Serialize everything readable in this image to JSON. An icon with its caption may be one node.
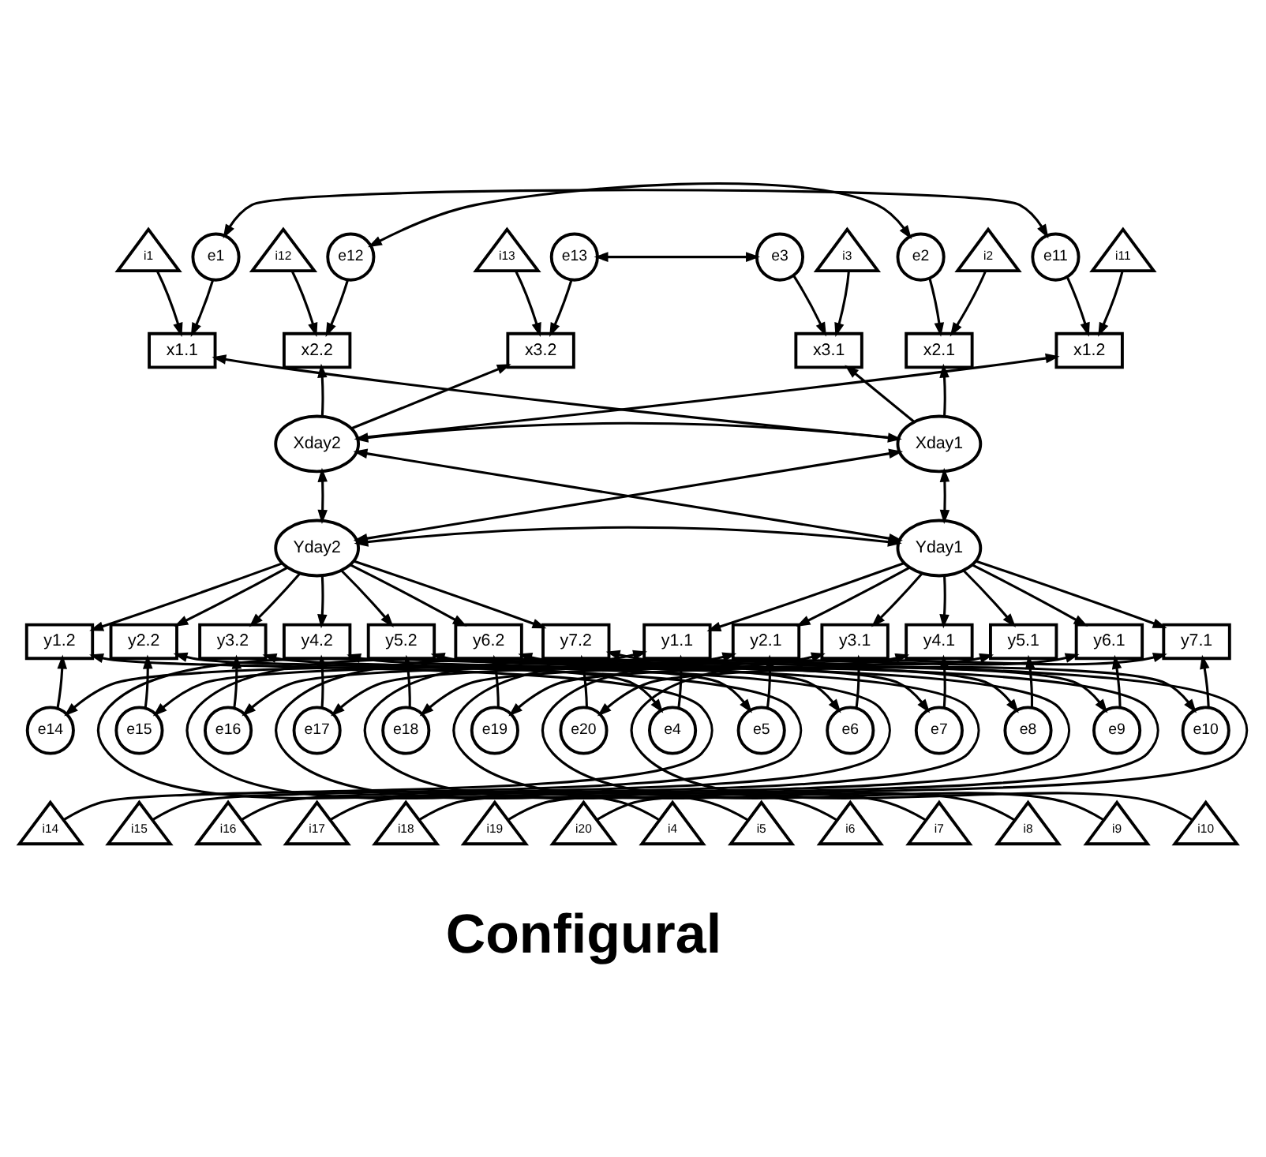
{
  "diagram": {
    "nodes": [
      {
        "text": [
          "i1"
        ]
      },
      {
        "text": [
          "e1"
        ]
      },
      {
        "text": [
          "i2"
        ]
      },
      {
        "text": [
          "e2"
        ]
      },
      {
        "text": [
          "i3"
        ]
      },
      {
        "text": [
          "e3"
        ]
      },
      {
        "text": [
          "i11"
        ]
      },
      {
        "text": [
          "e11"
        ]
      },
      {
        "text": [
          "i12"
        ]
      },
      {
        "text": [
          "e12"
        ]
      },
      {
        "text": [
          "i13"
        ]
      },
      {
        "text": [
          "e13"
        ]
      },
      {
        "text": [
          "x1.1"
        ]
      },
      {
        "text": [
          "x2.1"
        ]
      },
      {
        "text": [
          "x3.1"
        ]
      },
      {
        "text": [
          "x1.2"
        ]
      },
      {
        "text": [
          "x2.2"
        ]
      },
      {
        "text": [
          "x3.2"
        ]
      },
      {
        "text": [
          "Xday1"
        ]
      },
      {
        "text": [
          "Xday2"
        ]
      },
      {
        "text": [
          "Yday1"
        ]
      },
      {
        "text": [
          "Yday2"
        ]
      },
      {
        "text": [
          "y1.1"
        ]
      },
      {
        "text": [
          "y2.1"
        ]
      },
      {
        "text": [
          "y3.1"
        ]
      },
      {
        "text": [
          "y4.1"
        ]
      },
      {
        "text": [
          "y5.1"
        ]
      },
      {
        "text": [
          "y6.1"
        ]
      },
      {
        "text": [
          "y7.1"
        ]
      },
      {
        "text": [
          "y1.2"
        ]
      },
      {
        "text": [
          "y2.2"
        ]
      },
      {
        "text": [
          "y3.2"
        ]
      },
      {
        "text": [
          "y4.2"
        ]
      },
      {
        "text": [
          "y5.2"
        ]
      },
      {
        "text": [
          "y6.2"
        ]
      },
      {
        "text": [
          "y7.2"
        ]
      },
      {
        "text": [
          "e4"
        ]
      },
      {
        "text": [
          "e5"
        ]
      },
      {
        "text": [
          "e6"
        ]
      },
      {
        "text": [
          "e7"
        ]
      },
      {
        "text": [
          "e8"
        ]
      },
      {
        "text": [
          "e9"
        ]
      },
      {
        "text": [
          "e10"
        ]
      },
      {
        "text": [
          "e14"
        ]
      },
      {
        "text": [
          "e15"
        ]
      },
      {
        "text": [
          "e16"
        ]
      },
      {
        "text": [
          "e17"
        ]
      },
      {
        "text": [
          "e18"
        ]
      },
      {
        "text": [
          "e19"
        ]
      },
      {
        "text": [
          "e20"
        ]
      },
      {
        "text": [
          "i4"
        ]
      },
      {
        "text": [
          "i5"
        ]
      },
      {
        "text": [
          "i6"
        ]
      },
      {
        "text": [
          "i7"
        ]
      },
      {
        "text": [
          "i8"
        ]
      },
      {
        "text": [
          "i9"
        ]
      },
      {
        "text": [
          "i10"
        ]
      },
      {
        "text": [
          "i14"
        ]
      },
      {
        "text": [
          "i15"
        ]
      },
      {
        "text": [
          "i16"
        ]
      },
      {
        "text": [
          "i17"
        ]
      },
      {
        "text": [
          "i18"
        ]
      },
      {
        "text": [
          "i19"
        ]
      },
      {
        "text": [
          "i20"
        ]
      }
    ],
    "edges": [
      {
        "from": 18,
        "to": 12,
        "arrow": "to"
      },
      {
        "from": 18,
        "to": 13,
        "arrow": "to"
      },
      {
        "from": 18,
        "to": 14,
        "arrow": "to"
      },
      {
        "from": 19,
        "to": 15,
        "arrow": "to"
      },
      {
        "from": 19,
        "to": 16,
        "arrow": "to"
      },
      {
        "from": 19,
        "to": 17,
        "arrow": "to"
      },
      {
        "from": 0,
        "to": 12,
        "arrow": "to"
      },
      {
        "from": 1,
        "to": 12,
        "arrow": "to"
      },
      {
        "from": 2,
        "to": 13,
        "arrow": "to"
      },
      {
        "from": 3,
        "to": 13,
        "arrow": "to"
      },
      {
        "from": 4,
        "to": 14,
        "arrow": "to"
      },
      {
        "from": 5,
        "to": 14,
        "arrow": "to"
      },
      {
        "from": 6,
        "to": 15,
        "arrow": "to"
      },
      {
        "from": 7,
        "to": 15,
        "arrow": "to"
      },
      {
        "from": 8,
        "to": 16,
        "arrow": "to"
      },
      {
        "from": 9,
        "to": 16,
        "arrow": "to"
      },
      {
        "from": 10,
        "to": 17,
        "arrow": "to"
      },
      {
        "from": 11,
        "to": 17,
        "arrow": "to"
      },
      {
        "from": 1,
        "to": 7,
        "arrow": "both"
      },
      {
        "from": 3,
        "to": 9,
        "arrow": "both"
      },
      {
        "from": 5,
        "to": 11,
        "arrow": "both"
      },
      {
        "from": 18,
        "to": 19,
        "arrow": "both"
      },
      {
        "from": 18,
        "to": 20,
        "arrow": "both"
      },
      {
        "from": 18,
        "to": 21,
        "arrow": "both"
      },
      {
        "from": 20,
        "to": 19,
        "arrow": "both"
      },
      {
        "from": 19,
        "to": 21,
        "arrow": "both"
      },
      {
        "from": 20,
        "to": 21,
        "arrow": "both"
      },
      {
        "from": 20,
        "to": 22,
        "arrow": "to"
      },
      {
        "from": 20,
        "to": 23,
        "arrow": "to"
      },
      {
        "from": 20,
        "to": 24,
        "arrow": "to"
      },
      {
        "from": 20,
        "to": 25,
        "arrow": "to"
      },
      {
        "from": 20,
        "to": 26,
        "arrow": "to"
      },
      {
        "from": 20,
        "to": 27,
        "arrow": "to"
      },
      {
        "from": 20,
        "to": 28,
        "arrow": "to"
      },
      {
        "from": 21,
        "to": 29,
        "arrow": "to"
      },
      {
        "from": 21,
        "to": 30,
        "arrow": "to"
      },
      {
        "from": 21,
        "to": 31,
        "arrow": "to"
      },
      {
        "from": 21,
        "to": 32,
        "arrow": "to"
      },
      {
        "from": 21,
        "to": 33,
        "arrow": "to"
      },
      {
        "from": 21,
        "to": 34,
        "arrow": "to"
      },
      {
        "from": 21,
        "to": 35,
        "arrow": "to"
      },
      {
        "from": 36,
        "to": 22,
        "arrow": "to"
      },
      {
        "from": 50,
        "to": 22,
        "arrow": "to"
      },
      {
        "from": 37,
        "to": 23,
        "arrow": "to"
      },
      {
        "from": 51,
        "to": 23,
        "arrow": "to"
      },
      {
        "from": 38,
        "to": 24,
        "arrow": "to"
      },
      {
        "from": 52,
        "to": 24,
        "arrow": "to"
      },
      {
        "from": 39,
        "to": 25,
        "arrow": "to"
      },
      {
        "from": 53,
        "to": 25,
        "arrow": "to"
      },
      {
        "from": 40,
        "to": 26,
        "arrow": "to"
      },
      {
        "from": 54,
        "to": 26,
        "arrow": "to"
      },
      {
        "from": 41,
        "to": 27,
        "arrow": "to"
      },
      {
        "from": 55,
        "to": 27,
        "arrow": "to"
      },
      {
        "from": 42,
        "to": 28,
        "arrow": "to"
      },
      {
        "from": 56,
        "to": 28,
        "arrow": "to"
      },
      {
        "from": 43,
        "to": 29,
        "arrow": "to"
      },
      {
        "from": 57,
        "to": 29,
        "arrow": "to"
      },
      {
        "from": 44,
        "to": 30,
        "arrow": "to"
      },
      {
        "from": 58,
        "to": 30,
        "arrow": "to"
      },
      {
        "from": 45,
        "to": 31,
        "arrow": "to"
      },
      {
        "from": 59,
        "to": 31,
        "arrow": "to"
      },
      {
        "from": 46,
        "to": 32,
        "arrow": "to"
      },
      {
        "from": 60,
        "to": 32,
        "arrow": "to"
      },
      {
        "from": 47,
        "to": 33,
        "arrow": "to"
      },
      {
        "from": 61,
        "to": 33,
        "arrow": "to"
      },
      {
        "from": 48,
        "to": 34,
        "arrow": "to"
      },
      {
        "from": 62,
        "to": 34,
        "arrow": "to"
      },
      {
        "from": 49,
        "to": 35,
        "arrow": "to"
      },
      {
        "from": 63,
        "to": 35,
        "arrow": "to"
      },
      {
        "from": 36,
        "to": 43,
        "arrow": "both"
      },
      {
        "from": 37,
        "to": 44,
        "arrow": "both"
      },
      {
        "from": 38,
        "to": 45,
        "arrow": "both"
      },
      {
        "from": 39,
        "to": 46,
        "arrow": "both"
      },
      {
        "from": 40,
        "to": 47,
        "arrow": "both"
      },
      {
        "from": 41,
        "to": 48,
        "arrow": "both"
      },
      {
        "from": 42,
        "to": 49,
        "arrow": "both"
      }
    ],
    "labels": [
      "Configural"
    ]
  }
}
